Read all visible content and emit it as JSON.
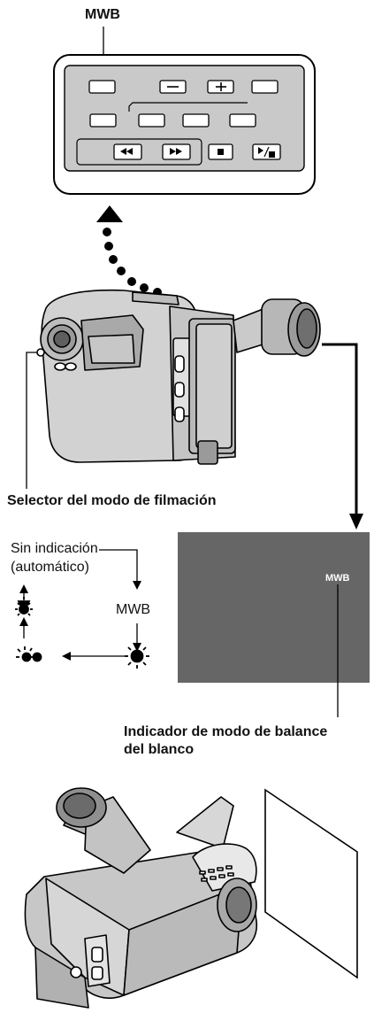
{
  "remote": {
    "callout_label": "MWB",
    "buttons": [
      {
        "name": "blank-button-1",
        "symbol": ""
      },
      {
        "name": "minus-button",
        "symbol": "−"
      },
      {
        "name": "plus-button",
        "symbol": "+"
      },
      {
        "name": "blank-button-2",
        "symbol": ""
      },
      {
        "name": "mwb-button",
        "symbol": ""
      },
      {
        "name": "blank-button-3",
        "symbol": ""
      },
      {
        "name": "blank-button-4",
        "symbol": ""
      },
      {
        "name": "blank-button-5",
        "symbol": ""
      },
      {
        "name": "rewind-button",
        "symbol": "◄◄"
      },
      {
        "name": "fast-forward-button",
        "symbol": "►►"
      },
      {
        "name": "stop-button",
        "symbol": "■"
      },
      {
        "name": "play-pause-button",
        "symbol": "►/■"
      }
    ]
  },
  "labels": {
    "mode_selector": "Selector del modo de filmación",
    "wb_indicator_line1": "Indicador de modo de balance",
    "wb_indicator_line2": "del blanco"
  },
  "cycle": {
    "no_indication": "Sin indicación",
    "automatic": "(automático)",
    "mwb": "MWB",
    "icons": [
      "sun-icon",
      "fluorescent-icon",
      "incandescent-icon"
    ]
  },
  "viewfinder": {
    "indicator_text": "MWB",
    "background": "#666666"
  }
}
